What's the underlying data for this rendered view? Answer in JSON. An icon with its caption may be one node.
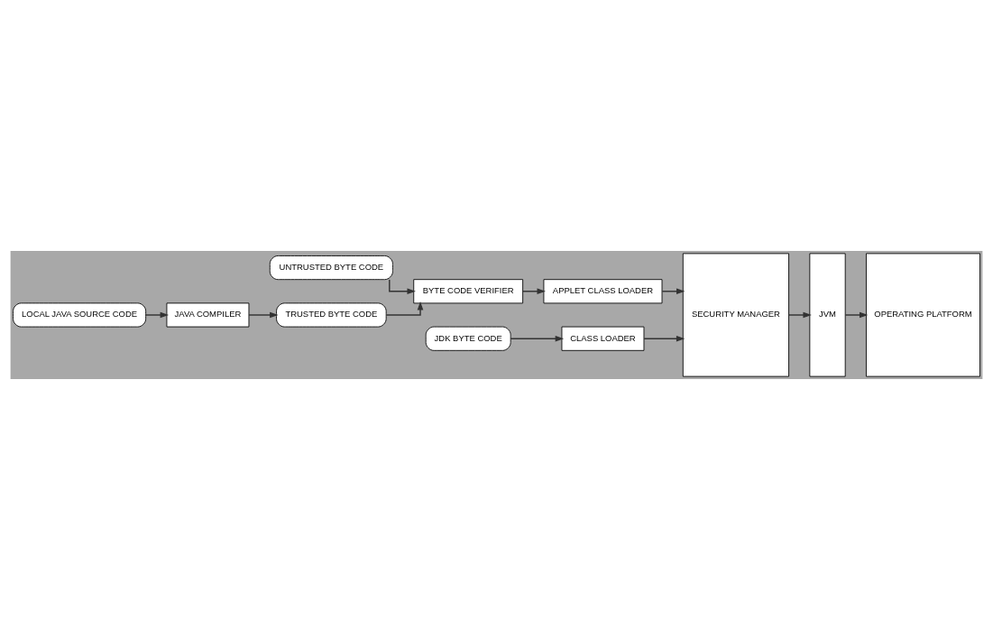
{
  "diagram": {
    "nodes": [
      {
        "text": [
          "UNTRUSTED BYTE CODE"
        ]
      },
      {
        "text": [
          "LOCAL JAVA SOURCE CODE"
        ]
      },
      {
        "text": [
          "JAVA COMPILER"
        ]
      },
      {
        "text": [
          "TRUSTED BYTE CODE"
        ]
      },
      {
        "text": [
          "BYTE CODE VERIFIER"
        ]
      },
      {
        "text": [
          "APPLET CLASS LOADER"
        ]
      },
      {
        "text": [
          "SECURITY MANAGER"
        ]
      },
      {
        "text": [
          "JVM"
        ]
      },
      {
        "text": [
          "OPERATING PLATFORM"
        ]
      },
      {
        "text": [
          "JDK BYTE CODE"
        ]
      },
      {
        "text": [
          "CLASS LOADER"
        ]
      }
    ],
    "edges": [
      {
        "from": 0,
        "to": 4,
        "arrow": "to"
      },
      {
        "from": 1,
        "to": 2,
        "arrow": "to"
      },
      {
        "from": 2,
        "to": 3,
        "arrow": "to"
      },
      {
        "from": 3,
        "to": 4,
        "arrow": "to"
      },
      {
        "from": 4,
        "to": 5,
        "arrow": "to"
      },
      {
        "from": 5,
        "to": 6,
        "arrow": "to"
      },
      {
        "from": 9,
        "to": 10,
        "arrow": "to"
      },
      {
        "from": 10,
        "to": 6,
        "arrow": "to"
      },
      {
        "from": 6,
        "to": 7,
        "arrow": "to"
      },
      {
        "from": 7,
        "to": 8,
        "arrow": "to"
      }
    ]
  }
}
